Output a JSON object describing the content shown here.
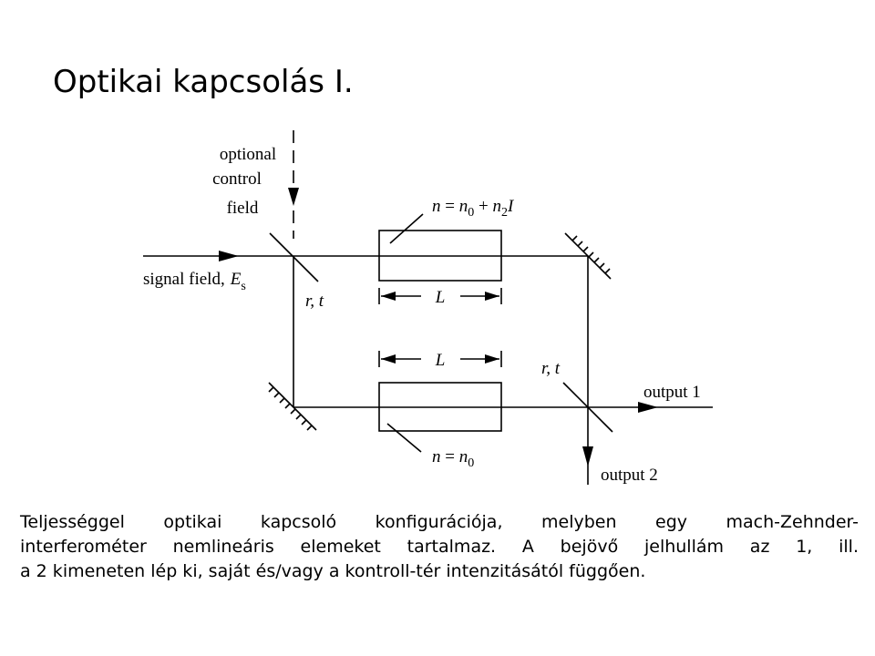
{
  "title": "Optikai kapcsolás I.",
  "diagram": {
    "control_label": [
      "optional",
      "control",
      "field"
    ],
    "signal_label": "signal field,",
    "signal_symbol": "E",
    "signal_sub": "s",
    "bs1_label": "r, t",
    "bs2_label": "r, t",
    "upper_eq": {
      "n": "n",
      "eq": " = ",
      "n0": "n",
      "n0_sub": "0",
      "plus": " + ",
      "n2": "n",
      "n2_sub": "2",
      "I": "I"
    },
    "lower_eq": {
      "n": "n",
      "eq": " = ",
      "n0": "n",
      "n0_sub": "0"
    },
    "length_upper": "L",
    "length_lower": "L",
    "output1": "output 1",
    "output2": "output 2"
  },
  "caption_lines": [
    "Teljességgel optikai kapcsoló konfigurációja, melyben egy mach-Zehnder-",
    "interferométer nemlineáris elemeket tartalmaz. A bejövő jelhullám az 1, ill.",
    "a 2 kimeneten lép ki, saját és/vagy a kontroll-tér intenzitásától függően."
  ]
}
